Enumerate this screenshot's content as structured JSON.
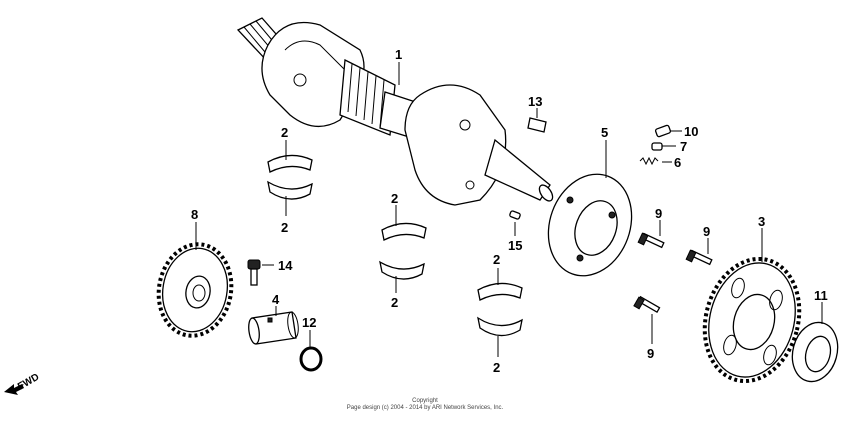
{
  "callouts": {
    "c1": "1",
    "c2a": "2",
    "c2b": "2",
    "c2c": "2",
    "c2d": "2",
    "c2e": "2",
    "c2f": "2",
    "c3": "3",
    "c4": "4",
    "c5": "5",
    "c6": "6",
    "c7": "7",
    "c8": "8",
    "c9a": "9",
    "c9b": "9",
    "c9c": "9",
    "c10": "10",
    "c11": "11",
    "c12": "12",
    "c13": "13",
    "c14": "14",
    "c15": "15"
  },
  "fwd_label": "FWD",
  "copyright": {
    "title": "Copyright",
    "line": "Page design (c) 2004 - 2014 by ARI Network Services, Inc."
  }
}
